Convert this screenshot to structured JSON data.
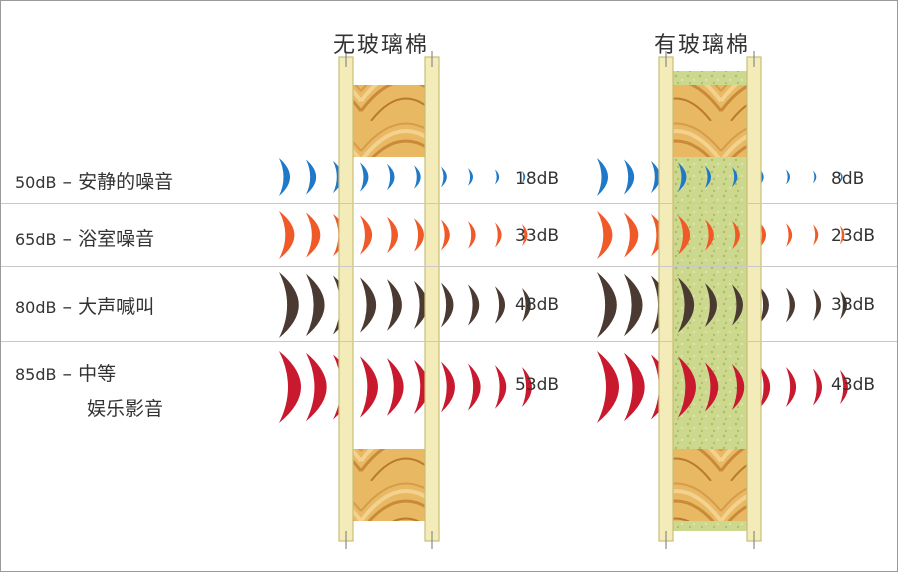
{
  "titles": {
    "without": "无玻璃棉",
    "with": "有玻璃棉"
  },
  "rows": [
    {
      "db": "50dB",
      "dash": "–",
      "label": "安静的噪音",
      "label2": "",
      "without_value": "18dB",
      "with_value": "8dB",
      "color": "#1f78c8"
    },
    {
      "db": "65dB",
      "dash": "–",
      "label": "浴室噪音",
      "label2": "",
      "without_value": "33dB",
      "with_value": "23dB",
      "color": "#f05a28"
    },
    {
      "db": "80dB",
      "dash": "–",
      "label": "大声喊叫",
      "label2": "",
      "without_value": "48dB",
      "with_value": "38dB",
      "color": "#4a3a32"
    },
    {
      "db": "85dB",
      "dash": "–",
      "label": "中等",
      "label2": "娱乐影音",
      "without_value": "53dB",
      "with_value": "43dB",
      "color": "#c8192e"
    }
  ],
  "colors": {
    "stud": "#f4ecb8",
    "stud_edge": "#c9bd78",
    "wood": "#e8b862",
    "insulation": "#c9d58c"
  }
}
